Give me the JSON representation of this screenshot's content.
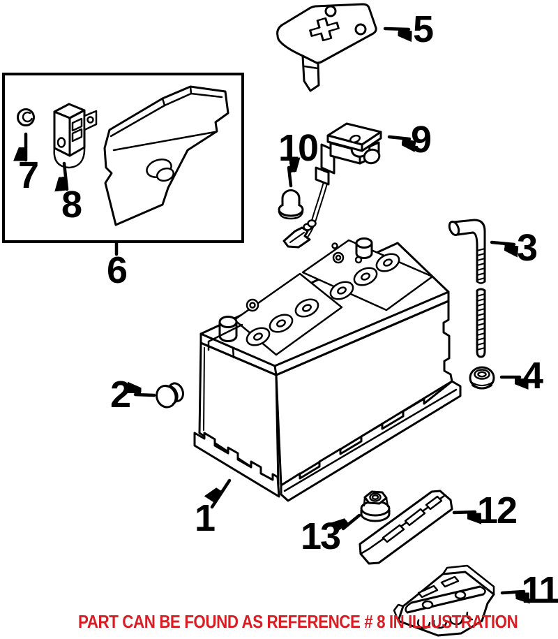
{
  "notice": {
    "text": "PART CAN BE FOUND AS REFERENCE # 8 IN ILLUSTRATION",
    "color": "#d81e24"
  },
  "colors": {
    "background": "#ffffff",
    "line_art": "#000000",
    "notice_text": "#d81e24"
  },
  "callouts": [
    {
      "id": 1,
      "label": "1"
    },
    {
      "id": 2,
      "label": "2"
    },
    {
      "id": 3,
      "label": "3"
    },
    {
      "id": 4,
      "label": "4"
    },
    {
      "id": 5,
      "label": "5"
    },
    {
      "id": 6,
      "label": "6"
    },
    {
      "id": 7,
      "label": "7"
    },
    {
      "id": 8,
      "label": "8"
    },
    {
      "id": 9,
      "label": "9"
    },
    {
      "id": 10,
      "label": "10"
    },
    {
      "id": 11,
      "label": "11"
    },
    {
      "id": 12,
      "label": "12"
    },
    {
      "id": 13,
      "label": "13"
    }
  ]
}
